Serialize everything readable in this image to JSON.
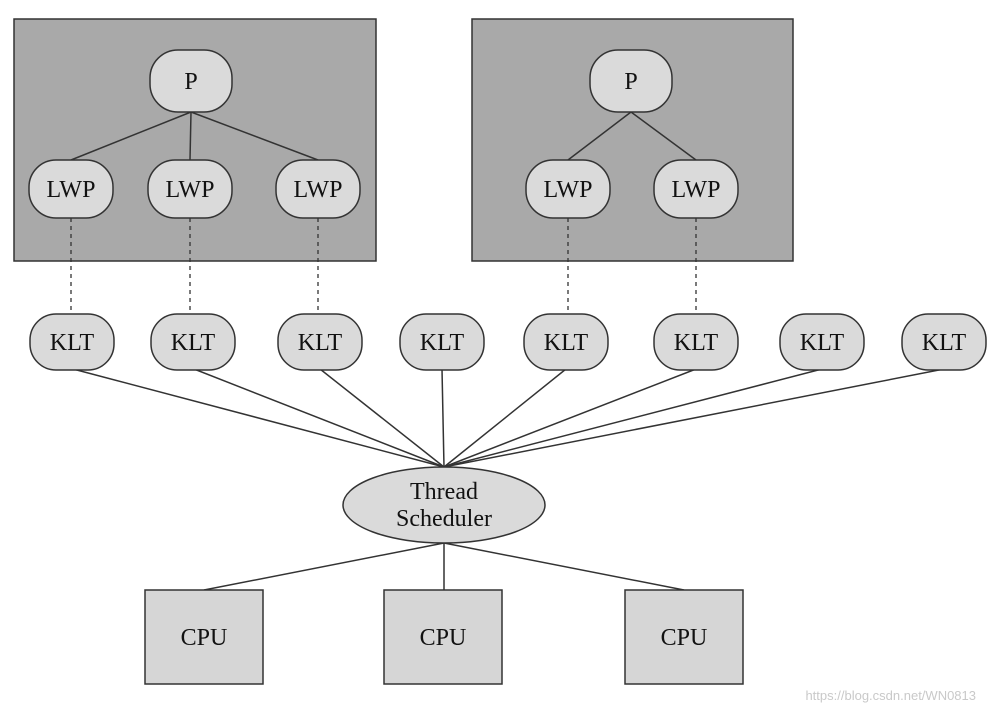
{
  "processes": [
    {
      "label": "P",
      "lwps": [
        "LWP",
        "LWP",
        "LWP"
      ]
    },
    {
      "label": "P",
      "lwps": [
        "LWP",
        "LWP"
      ]
    }
  ],
  "klts": [
    "KLT",
    "KLT",
    "KLT",
    "KLT",
    "KLT",
    "KLT",
    "KLT",
    "KLT"
  ],
  "scheduler": {
    "line1": "Thread",
    "line2": "Scheduler"
  },
  "cpus": [
    "CPU",
    "CPU",
    "CPU"
  ],
  "watermark": "https://blog.csdn.net/WN0813",
  "colors": {
    "process_box": "#a9a9a9",
    "node_fill": "#dadada",
    "cpu_fill": "#d6d6d6",
    "stroke": "#333333"
  }
}
